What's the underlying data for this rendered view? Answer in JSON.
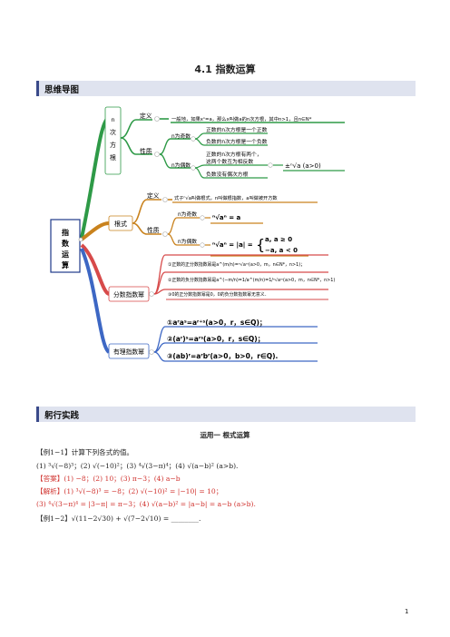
{
  "title": "4.1  指数运算",
  "sections": {
    "mindmap": "思维导图",
    "practice": "躬行实践"
  },
  "mindmap": {
    "root": "指数运算",
    "branches": {
      "nth_root": {
        "label": "n次方根",
        "definition_label": "定义",
        "definition_text": "一般地，如果xⁿ=a，那么x叫做a的n次方根，其中n>1，且n∈N*",
        "property_label": "性质",
        "odd_label": "n为奇数",
        "odd_items": [
          "正数的n次方根是一个正数",
          "负数的n次方根是一个负数"
        ],
        "even_label": "n为偶数",
        "even_items": [
          "正数的n次方根有两个，",
          "这两个数互为相反数",
          "负数没有偶次方根"
        ],
        "even_formula": "±ⁿ√a (a>0)"
      },
      "radical": {
        "label": "根式",
        "definition_label": "定义",
        "definition_text": "式子ⁿ√a叫做根式，n叫做根指数，a叫做被开方数",
        "property_label": "性质",
        "odd_label": "n为奇数",
        "odd_formula": "ⁿ√aⁿ = a",
        "even_label": "n为偶数",
        "even_formula_left": "ⁿ√aⁿ = |a| =",
        "even_case1": "a, a ≥ 0",
        "even_case2": "−a, a < 0"
      },
      "fractional": {
        "label": "分数指数幂",
        "items": [
          "①正数的正分数指数幂是a^(m/n)=ⁿ√aᵐ(a>0，m，n∈N*，n>1)；",
          "②正数的负分数指数幂是a^(−m/n)=1/a^(m/n)=1/ⁿ√aᵐ(a>0，m，n∈N*，n>1)",
          "③0的正分数指数幂是0，0的负分数指数幂无意义．"
        ]
      },
      "rational": {
        "label": "有理指数幂",
        "items": [
          "①aʳaˢ=aʳ⁺ˢ(a>0，r，s∈Q)；",
          "②(aʳ)ˢ=aʳˢ(a>0，r，s∈Q)；",
          "③(ab)ʳ=aʳbʳ(a>0，b>0，r∈Q)."
        ]
      }
    }
  },
  "subheading": "运用一  根式运算",
  "example1": {
    "prompt": "【例1−1】计算下列各式的值。",
    "parts": "(1) ³√(−8)³；(2) √(−10)²；(3) ⁴√(3−π)⁴；(4) √(a−b)² (a>b).",
    "answer": "【答案】(1) −8；(2) 10；(3) π−3；(4) a−b",
    "analysis1": "【解析】(1) ³√(−8)³ = −8；(2) √(−10)² = |−10| = 10；",
    "analysis2": "(3) ⁴√(3−π)⁴ = |3−π| = π−3；(4) √(a−b)² = |a−b| = a−b (a>b)."
  },
  "example2": {
    "prompt": "【例1−2】√(11−2√30) + √(7−2√10) = ________."
  },
  "page_number": "1",
  "colors": {
    "green": "#2e9a47",
    "orange": "#c9821d",
    "red": "#d74a4a",
    "blue": "#3d67c4",
    "root_border": "#1f3a8a",
    "answer_red": "#d0312d"
  }
}
